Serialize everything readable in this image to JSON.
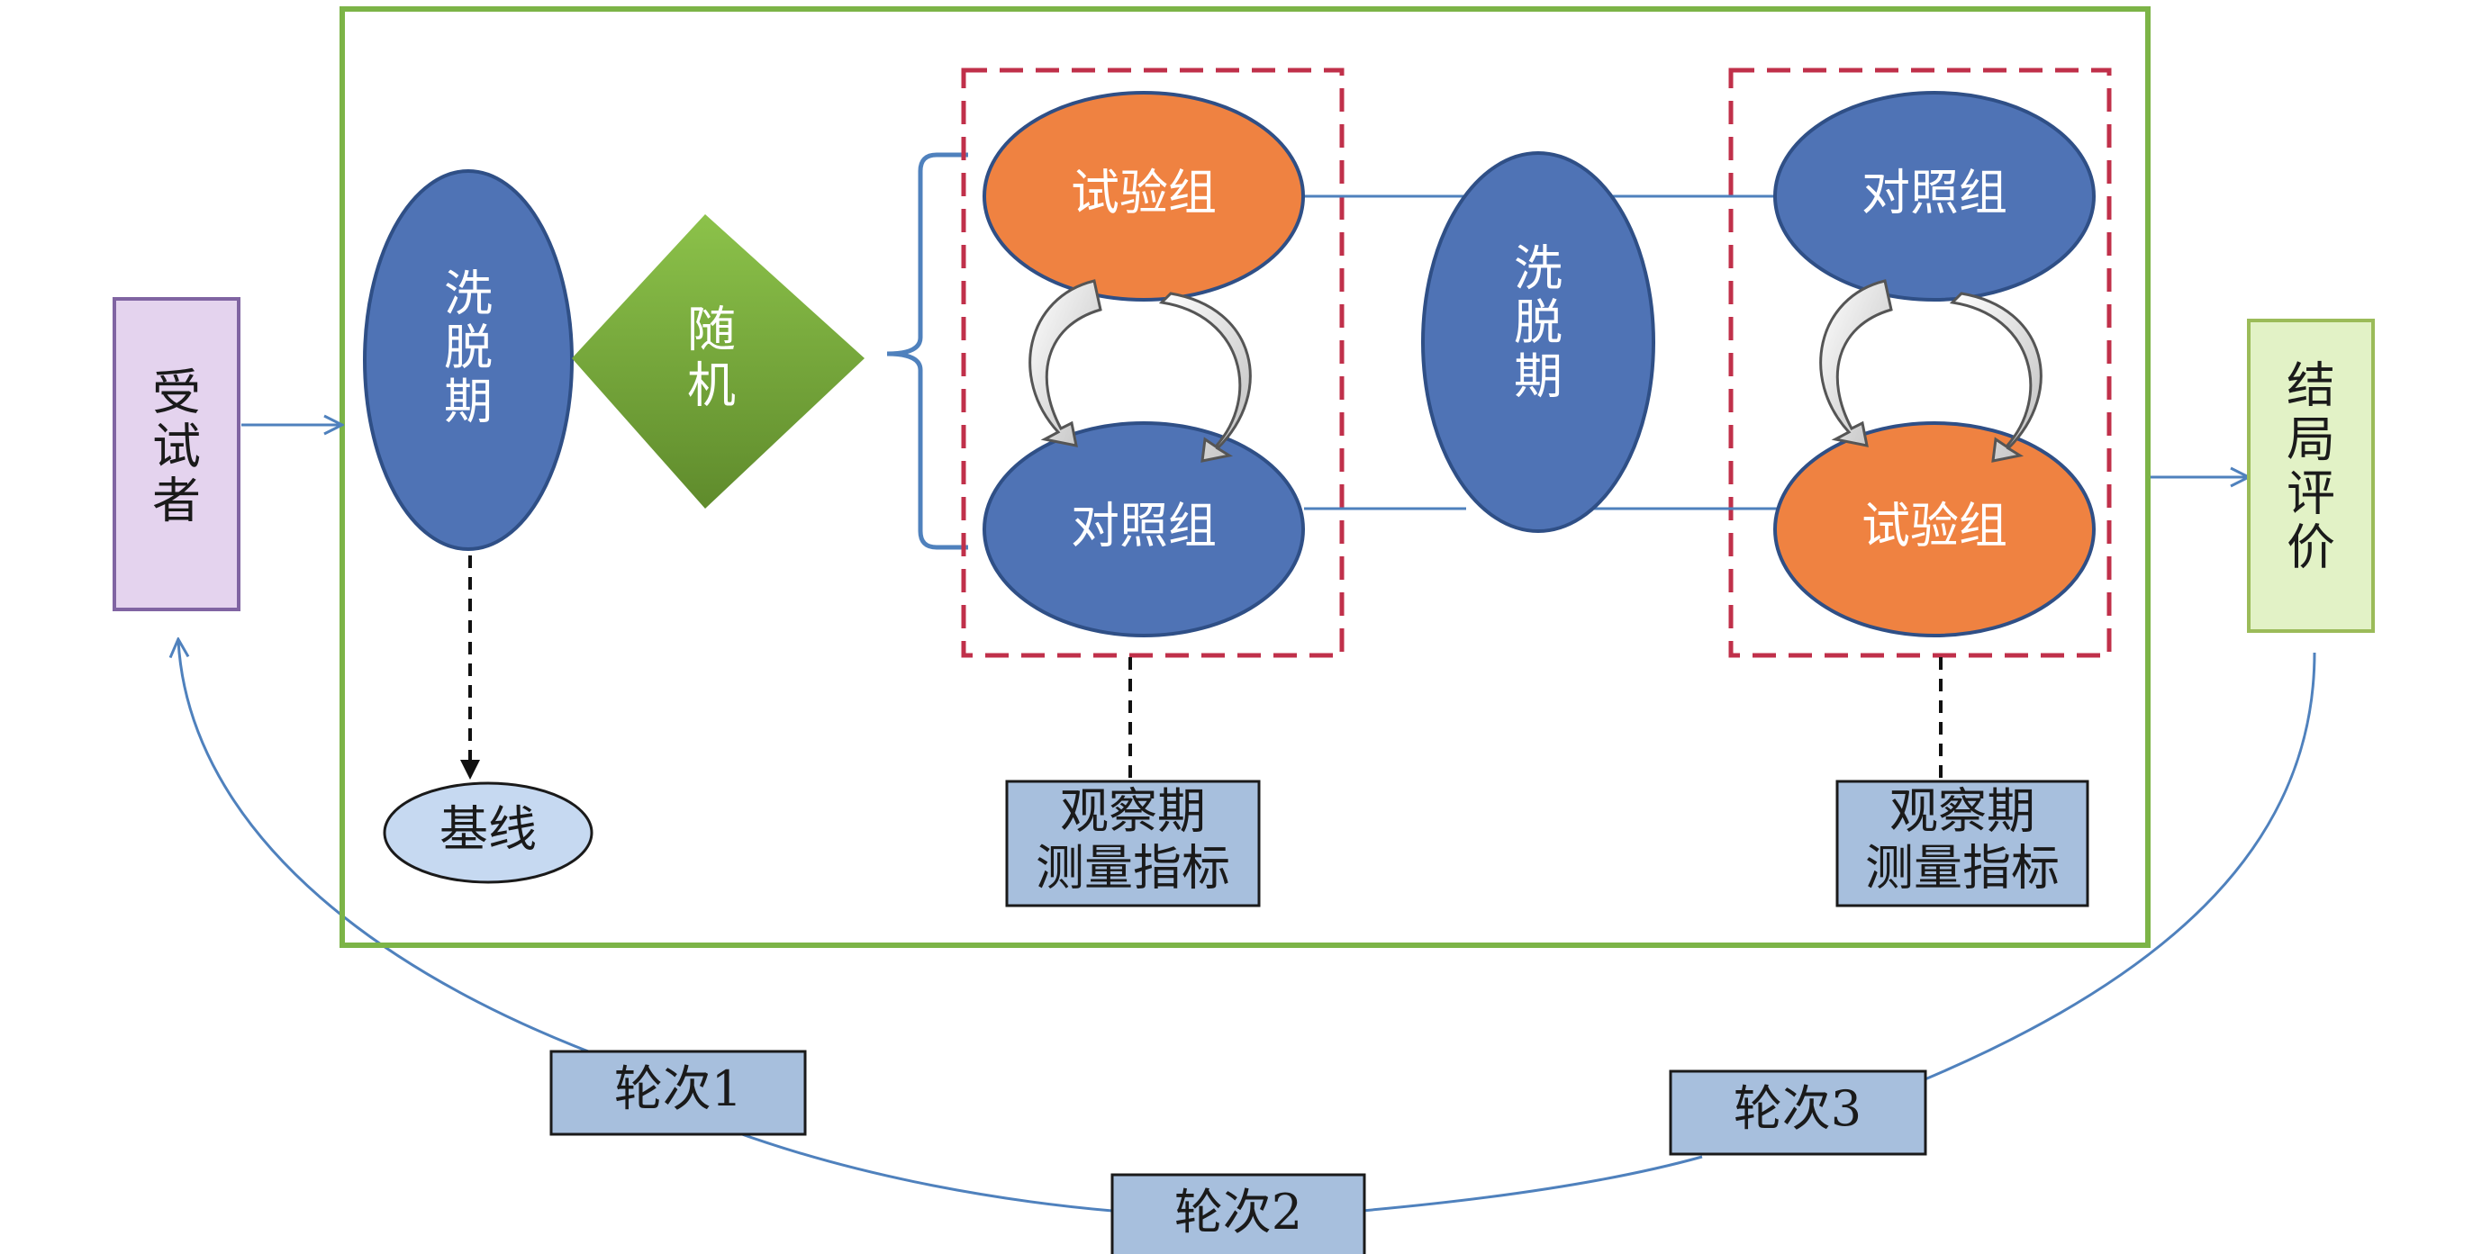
{
  "nodes": {
    "subject": {
      "label": [
        "受",
        "试",
        "者"
      ],
      "fill": "#e4d3ee",
      "stroke": "#8064a2"
    },
    "washout1": {
      "label": [
        "洗",
        "脱",
        "期"
      ],
      "fill": "#4f73b5"
    },
    "random": {
      "label": [
        "随",
        "机"
      ],
      "fill": "#77a83a"
    },
    "p1_test": {
      "label": "试验组",
      "fill": "#ef8241"
    },
    "p1_control": {
      "label": "对照组",
      "fill": "#4f73b5"
    },
    "washout2": {
      "label": [
        "洗",
        "脱",
        "期"
      ],
      "fill": "#4f73b5"
    },
    "p2_control": {
      "label": "对照组",
      "fill": "#4f73b5"
    },
    "p2_test": {
      "label": "试验组",
      "fill": "#ef8241"
    },
    "baseline": {
      "label": "基线",
      "fill": "#c6d9f1"
    },
    "obs1": {
      "label": [
        "观察期",
        "测量指标"
      ],
      "fill": "#a7bfdd"
    },
    "obs2": {
      "label": [
        "观察期",
        "测量指标"
      ],
      "fill": "#a7bfdd"
    },
    "outcome": {
      "label": [
        "结",
        "局",
        "评",
        "价"
      ],
      "fill": "#e2f2c6",
      "stroke": "#9bbb59"
    }
  },
  "rounds": [
    "轮次1",
    "轮次2",
    "轮次3"
  ],
  "colors": {
    "frame": "#7cb447",
    "dashed_box": "#c0304a",
    "connector": "#4f81bd"
  }
}
